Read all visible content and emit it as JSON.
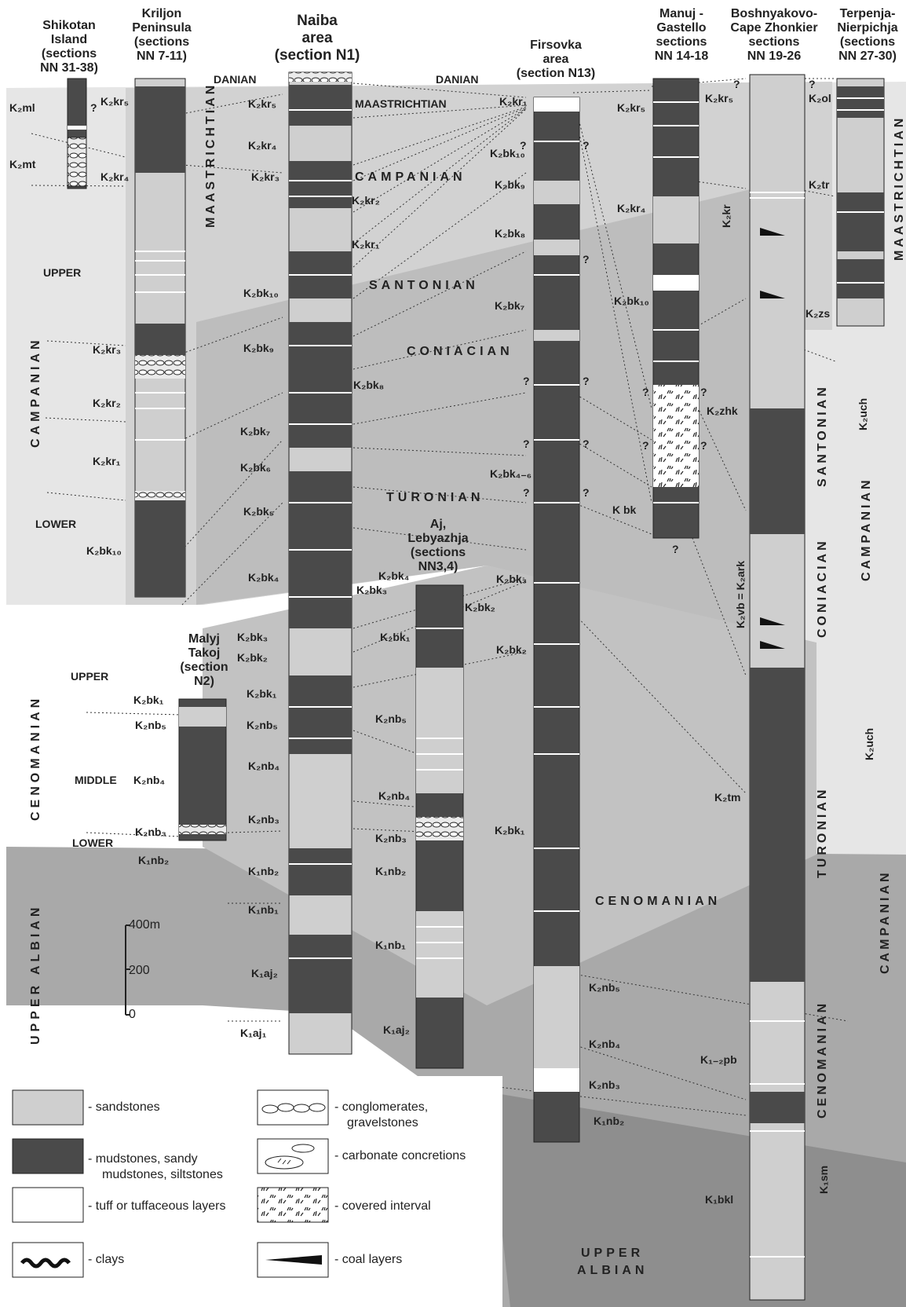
{
  "columns": [
    {
      "key": "shikotan",
      "title": [
        "Shikotan",
        "Island",
        "(sections",
        "NN 31-38)"
      ]
    },
    {
      "key": "kriljon",
      "title": [
        "Kriljon",
        "Peninsula",
        "(sections",
        "NN 7-11)"
      ]
    },
    {
      "key": "naiba",
      "title": [
        "Naiba",
        "area",
        "(section N1)"
      ]
    },
    {
      "key": "firsovka",
      "title": [
        "Firsovka",
        "area",
        "(section N13)"
      ]
    },
    {
      "key": "manuj",
      "title": [
        "Manuj -",
        "Gastello",
        "sections",
        "NN 14-18"
      ]
    },
    {
      "key": "boshnyakovo",
      "title": [
        "Boshnyakovo-",
        "Cape Zhonkier",
        "sections",
        "NN 19-26"
      ]
    },
    {
      "key": "terpenja",
      "title": [
        "Terpenja-",
        "Nierpichja",
        "(sections",
        "NN 27-30)"
      ]
    },
    {
      "key": "malyj",
      "title": [
        "Malyj",
        "Takoj",
        "(section",
        "N2)"
      ]
    },
    {
      "key": "aj",
      "title": [
        "Aj,",
        "Lebyazhja",
        "(sections",
        "NN3,4)"
      ]
    }
  ],
  "stages": {
    "danian_left": "DANIAN",
    "danian_right": "DANIAN",
    "maastrichtian_center": "MAASTRICHTIAN",
    "maastrichtian_kriljon": "MAASTRICHTIAN",
    "maastrichtian_right": "MAASTRICHTIAN",
    "campanian_center": "CAMPANIAN",
    "santonian_center": "SANTONIAN",
    "coniacian_center": "CONIACIAN",
    "turonian_center": "TURONIAN",
    "cenomanian_center": "CENOMANIAN",
    "upper_albian_bottom": "UPPER ALBIAN",
    "campanian_left": "CAMPANIAN",
    "upper": "UPPER",
    "lower": "LOWER",
    "cenomanian_left": "CENOMANIAN",
    "upper_cen": "UPPER",
    "middle_cen": "MIDDLE",
    "lower_cen": "LOWER",
    "upper_albian_left": "UPPER ALBIAN",
    "santonian_right": "SANTONIAN",
    "coniacian_right": "CONIACIAN",
    "turonian_right": "TURONIAN",
    "cenomanian_right": "CENOMANIAN",
    "campanian_right1": "CAMPANIAN",
    "campanian_right2": "CAMPANIAN"
  },
  "unit_labels": {
    "shikotan": [
      "K₂ml",
      "K₂mt"
    ],
    "kriljon": [
      "K₂kr₅",
      "K₂kr₄",
      "K₂kr₃",
      "K₂kr₂",
      "K₂kr₁",
      "K₂bk₁₀"
    ],
    "naiba": [
      "K₂kr₅",
      "K₂kr₄",
      "K₂kr₃",
      "K₂kr₂",
      "K₂kr₁",
      "K₂bk₁₀",
      "K₂bk₉",
      "K₂bk₈",
      "K₂bk₇",
      "K₂bk₆",
      "K₂bk₅",
      "K₂bk₄",
      "K₂bk₃",
      "K₂bk₂",
      "K₂bk₁",
      "K₂nb₅",
      "K₂nb₄",
      "K₂nb₃",
      "K₁nb₂",
      "K₁nb₁",
      "K₁aj₂",
      "K₁aj₁"
    ],
    "firsovka": [
      "K₂kr₁",
      "K₂bk₁₀",
      "K₂bk₉",
      "K₂bk₈",
      "K₂bk₇",
      "K₂bk₄₋₆",
      "K₂bk₃",
      "K₂bk₂",
      "K₂bk₁",
      "K₂nb₅",
      "K₂nb₄",
      "K₂nb₃",
      "K₁nb₂"
    ],
    "manuj": [
      "K₂kr₅",
      "K₂kr₄",
      "K₂bk₁₀",
      "K₂zhk",
      "K bk"
    ],
    "boshnyakovo": [
      "K₂kr₅",
      "K₂kr",
      "K₂ol",
      "K₂tr",
      "K₂zs",
      "K₂vb = K₂ark",
      "K₂tm",
      "K₁₋₂pb",
      "K₁bkl",
      "K₁sm"
    ],
    "terpenja": [
      "K₂uch",
      "K₂uch"
    ],
    "malyj": [
      "K₂bk₁",
      "K₂nb₅",
      "K₂nb₄",
      "K₂nb₃",
      "K₁nb₂"
    ],
    "aj": [
      "K₂bk₄",
      "K₂bk₃",
      "K₂bk₂",
      "K₂bk₁",
      "K₂nb₅",
      "K₂nb₄",
      "K₂nb₃",
      "K₁nb₂",
      "K₁nb₁",
      "K₁aj₂"
    ]
  },
  "question_mark": "?",
  "scale": {
    "top": "400m",
    "mid": "200",
    "bottom": "0"
  },
  "legend": [
    {
      "key": "sandstones",
      "label": "- sandstones"
    },
    {
      "key": "mudstones",
      "label": "- mudstones, sandy",
      "label2": "mudstones, siltstones"
    },
    {
      "key": "tuff",
      "label": "- tuff or tuffaceous layers"
    },
    {
      "key": "clays",
      "label": "- clays"
    },
    {
      "key": "conglomerates",
      "label": "- conglomerates,",
      "label2": "gravelstones"
    },
    {
      "key": "concretions",
      "label": "- carbonate concretions"
    },
    {
      "key": "covered",
      "label": "- covered interval"
    },
    {
      "key": "coal",
      "label": "- coal layers"
    }
  ],
  "colors": {
    "sandstone": "#cfcfcf",
    "mudstone": "#4a4a4a",
    "band_light": "#e6e6e6",
    "band_mid": "#bdbdbd",
    "band_dark": "#9a9a9a"
  }
}
